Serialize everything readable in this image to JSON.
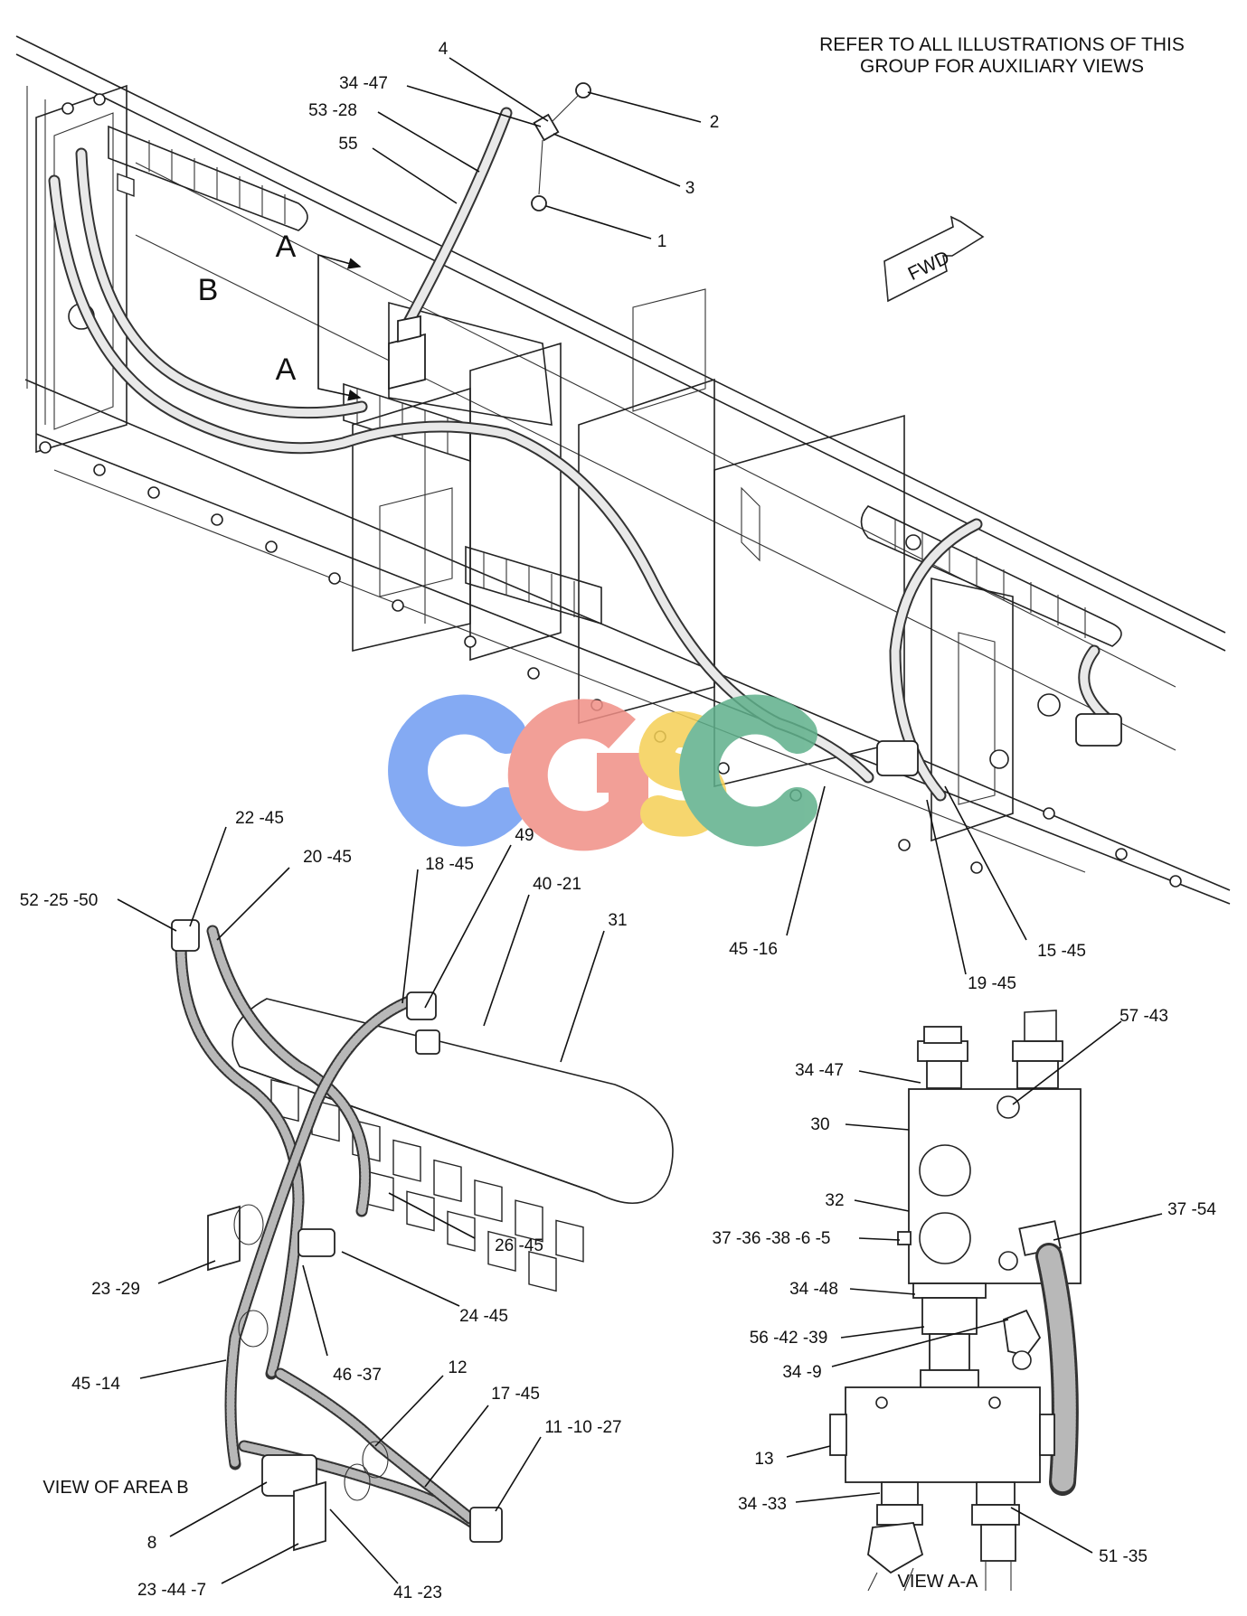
{
  "note": [
    "REFER TO ALL  ILLUSTRATIONS OF THIS",
    "GROUP FOR AUXILIARY VIEWS"
  ],
  "fwd_label": "FWD",
  "section_letters": {
    "a_top": "A",
    "a_bottom": "A",
    "b": "B"
  },
  "watermark": {
    "letters": [
      "C",
      "G",
      "S",
      "C"
    ],
    "colors": [
      "#6f9cf2",
      "#f08f86",
      "#f5d055",
      "#5fb08b"
    ]
  },
  "top_callouts": {
    "c4": "4",
    "c34_47": "34 -47",
    "c53_28": "53 -28",
    "c55": "55",
    "c2": "2",
    "c3": "3",
    "c1": "1",
    "c45_16": "45 -16",
    "c19_45": "19 -45",
    "c15_45": "15 -45"
  },
  "view_b": {
    "caption": "VIEW OF AREA B",
    "callouts": {
      "c22_45": "22 -45",
      "c20_45": "20 -45",
      "c52_25_50": "52 -25 -50",
      "c18_45": "18 -45",
      "c49": "49",
      "c40_21": "40 -21",
      "c31": "31",
      "c26_45": "26 -45",
      "c23_29": "23 -29",
      "c24_45": "24 -45",
      "c45_14": "45 -14",
      "c46_37": "46 -37",
      "c12": "12",
      "c17_45": "17 -45",
      "c11_10_27": "11 -10 -27",
      "c8": "8",
      "c23_44_7": "23 -44 -7",
      "c41_23": "41 -23"
    }
  },
  "view_aa": {
    "caption": "VIEW A-A",
    "callouts": {
      "c57_43": "57 -43",
      "c34_47": "34 -47",
      "c30": "30",
      "c32": "32",
      "c37_36_38_6_5": "37 -36 -38 -6 -5",
      "c37_54": "37 -54",
      "c34_48": "34 -48",
      "c56_42_39": "56 -42 -39",
      "c34_9": "34 -9",
      "c13": "13",
      "c34_33": "34 -33",
      "c51_35": "51 -35"
    }
  }
}
